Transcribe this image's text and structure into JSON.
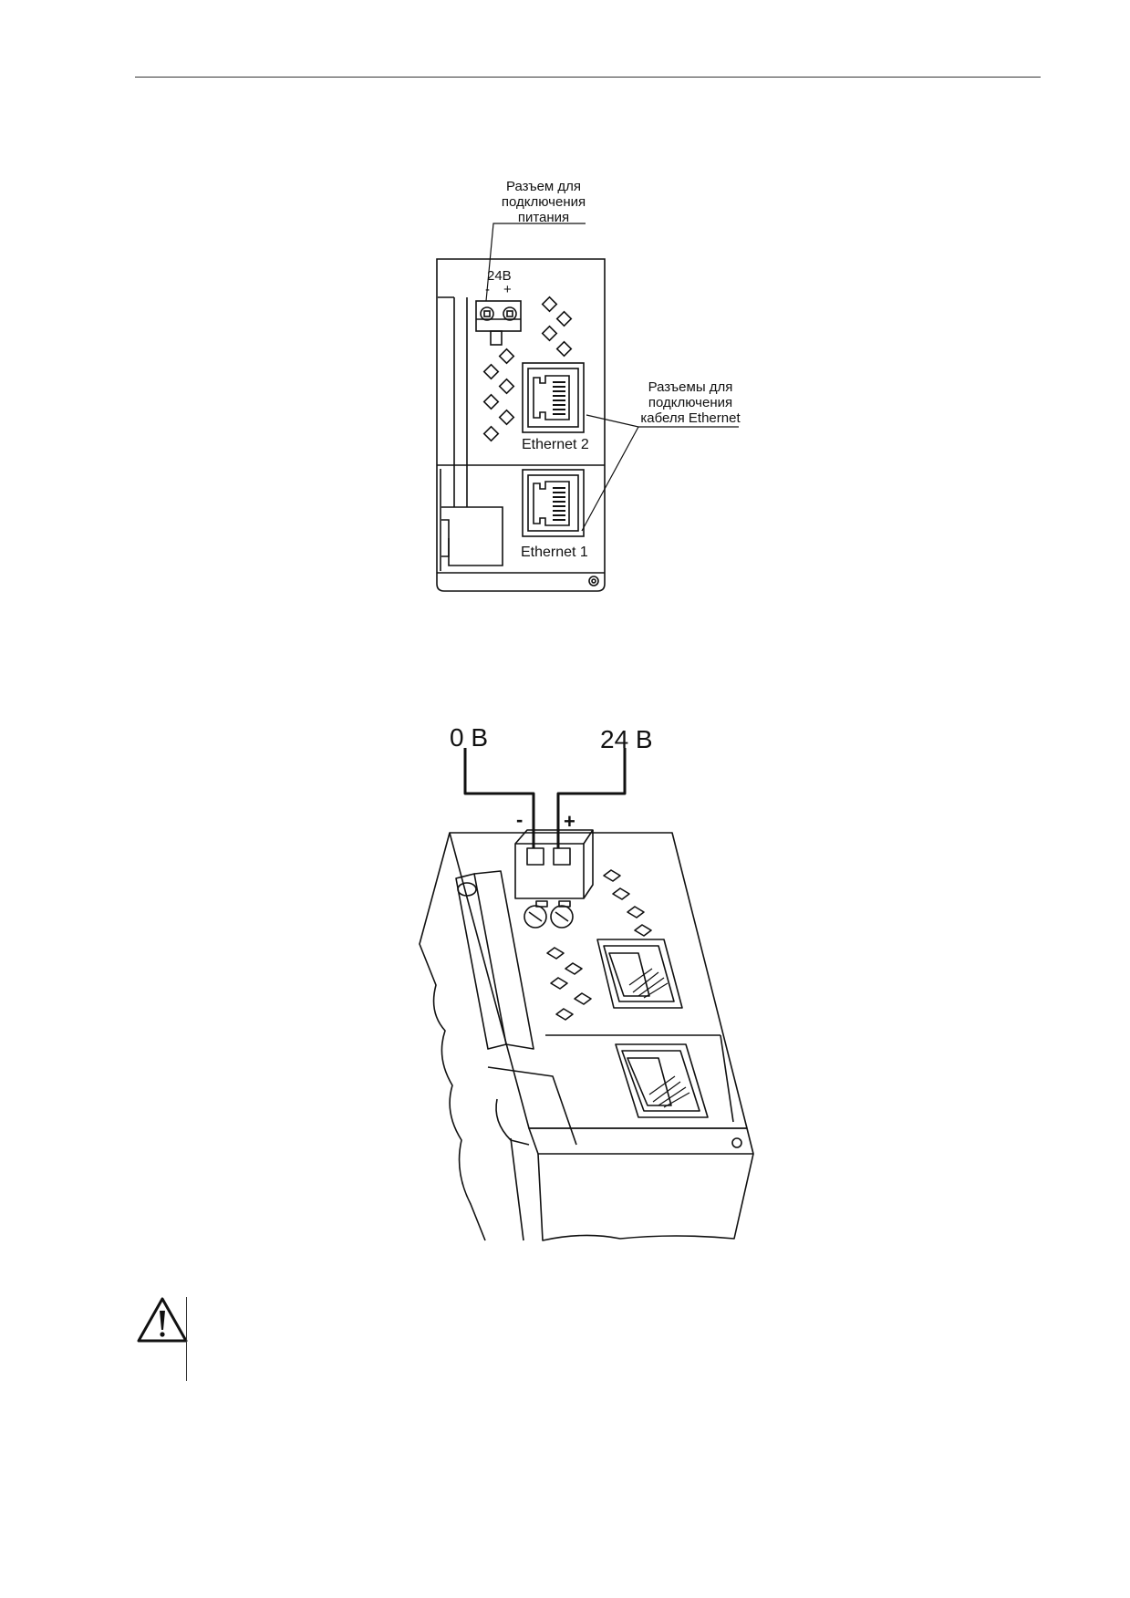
{
  "front_view": {
    "power_callout": [
      "Разъем для",
      "подключения",
      "питания"
    ],
    "voltage_label": "24В",
    "polarity_minus": "-",
    "polarity_plus": "+",
    "ethernet_callout": [
      "Разъемы для",
      "подключения",
      "кабеля Ethernet"
    ],
    "port_top_label": "Ethernet 2",
    "port_bottom_label": "Ethernet 1"
  },
  "iso_view": {
    "wire_left_label": "0 В",
    "wire_right_label": "24 В",
    "polarity_minus": "-",
    "polarity_plus": "+"
  },
  "warning": {
    "icon": "warning-triangle-icon"
  }
}
